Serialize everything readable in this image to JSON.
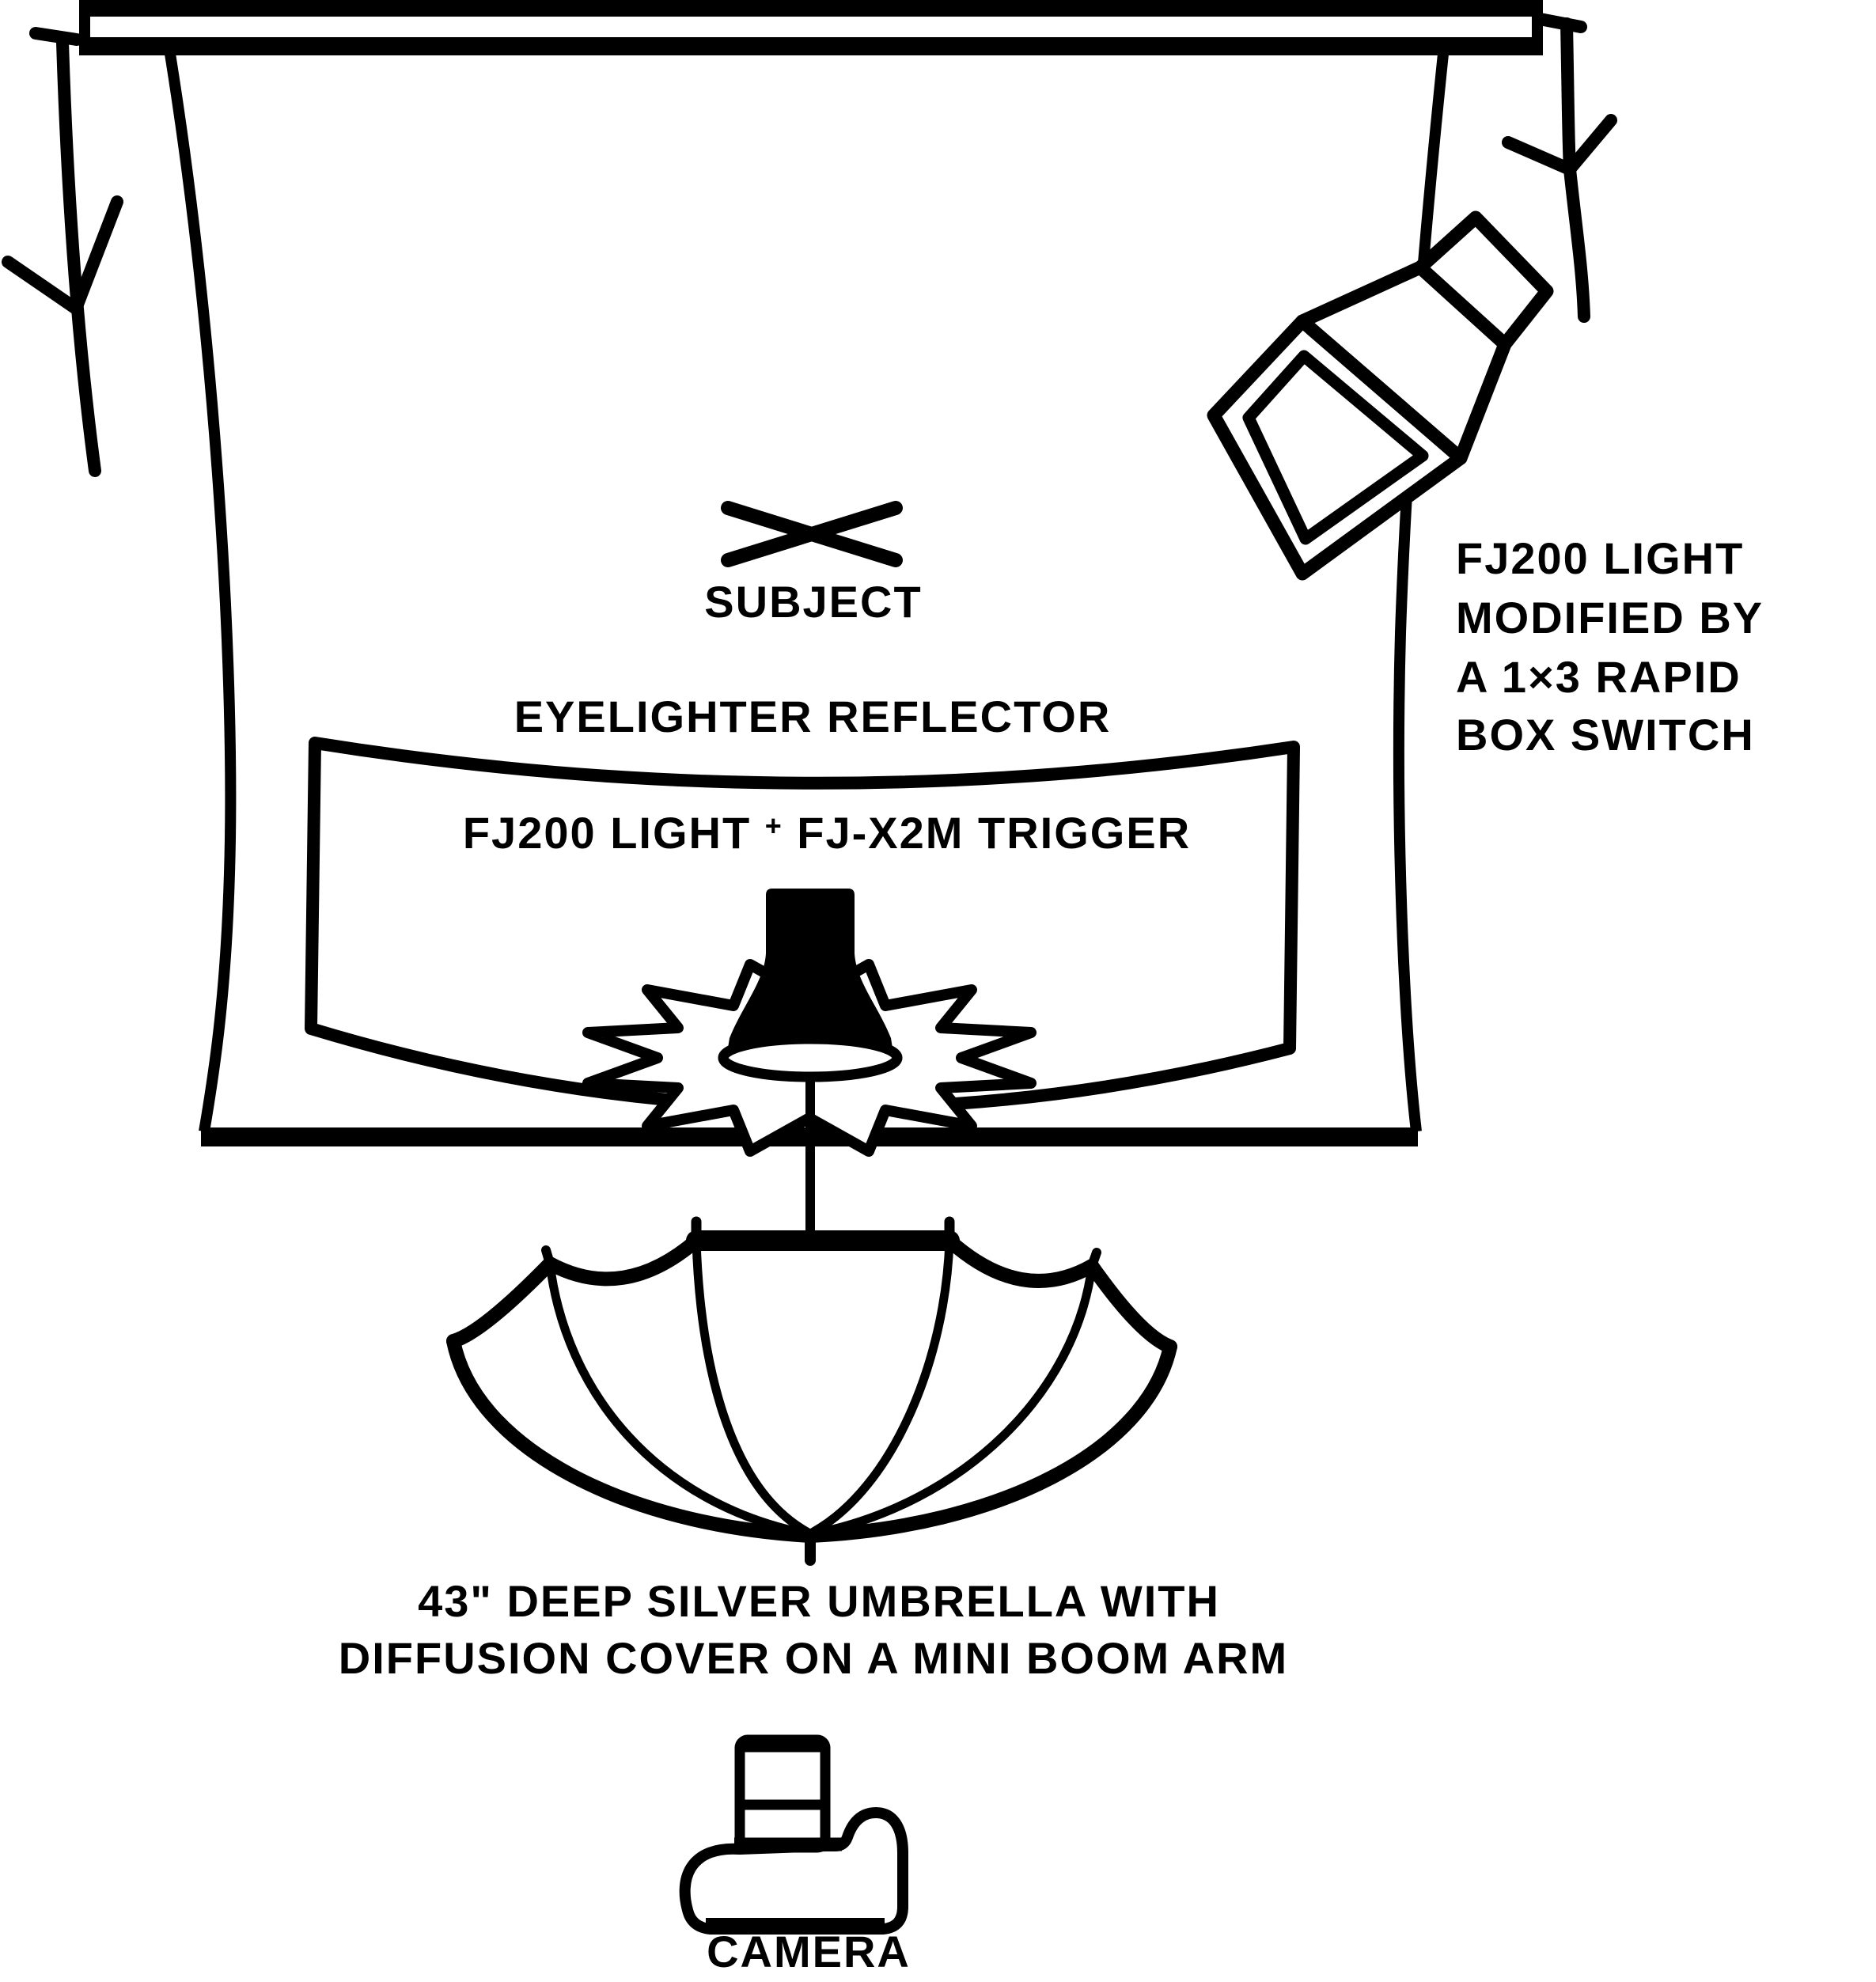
{
  "diagram": {
    "title": "Photography lighting setup diagram",
    "colors": {
      "ink": "#000000",
      "paper": "#ffffff"
    },
    "subject": {
      "label": "SUBJECT",
      "marker": "x-marker"
    },
    "reflector": {
      "label": "EYELIGHTER REFLECTOR"
    },
    "trigger": {
      "pre": "FJ200 LIGHT ",
      "plus": "+",
      "post": " FJ-X2M TRIGGER"
    },
    "box_light": {
      "lines": [
        "FJ200 LIGHT",
        "MODIFIED BY",
        "A 1×3 RAPID",
        "BOX SWITCH"
      ]
    },
    "umbrella": {
      "caption_line1": "43\" DEEP SILVER UMBRELLA WITH",
      "caption_line2": "DIFFUSION COVER ON A MINI BOOM ARM"
    },
    "camera": {
      "label": "CAMERA"
    },
    "elements": [
      "backdrop-bar",
      "backdrop-paper",
      "light-stand-left",
      "light-stand-right",
      "subject-x-marker",
      "eyelighter-reflector",
      "flash-burst",
      "strobe-lamp",
      "umbrella",
      "box-light-modifier",
      "camera-icon"
    ]
  }
}
